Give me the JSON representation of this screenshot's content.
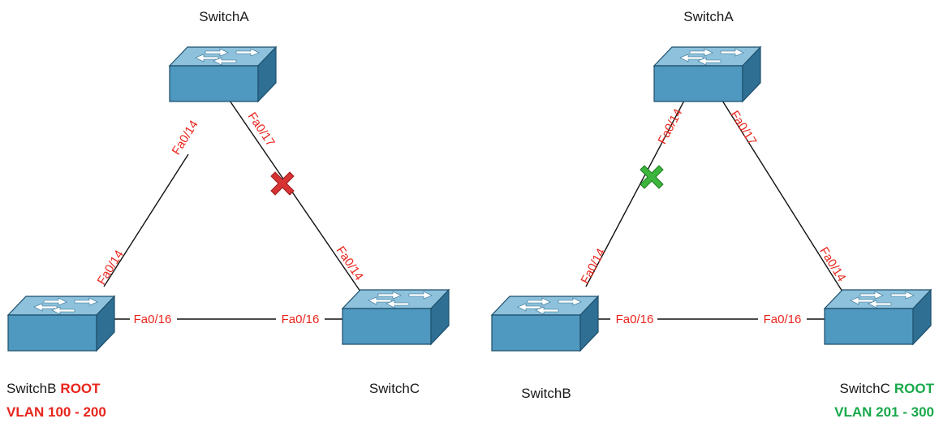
{
  "colors": {
    "port_label": "#e8251c",
    "root_red": "#e8251c",
    "root_green": "#18a94a",
    "blocked_mark": "#d63333",
    "forwarding_mark": "#3db53d",
    "switch_top": "#8ec2dc",
    "switch_side": "#3f87ad"
  },
  "left": {
    "switch_a": {
      "name": "SwitchA"
    },
    "switch_b": {
      "name": "SwitchB",
      "root": "ROOT",
      "vlan": "VLAN 100 - 200"
    },
    "switch_c": {
      "name": "SwitchC"
    },
    "ports": {
      "a_to_b": "Fa0/14",
      "a_to_c": "Fa0/17",
      "b_to_a": "Fa0/14",
      "c_to_a": "Fa0/14",
      "b_to_c": "Fa0/16",
      "c_to_b": "Fa0/16"
    },
    "marker": {
      "icon": "x-icon",
      "color": "red"
    }
  },
  "right": {
    "switch_a": {
      "name": "SwitchA"
    },
    "switch_b": {
      "name": "SwitchB"
    },
    "switch_c": {
      "name": "SwitchC",
      "root": "ROOT",
      "vlan": "VLAN 201 - 300"
    },
    "ports": {
      "a_to_b": "Fa0/14",
      "a_to_c": "Fa0/17",
      "b_to_a": "Fa0/14",
      "c_to_a": "Fa0/14",
      "b_to_c": "Fa0/16",
      "c_to_b": "Fa0/16"
    },
    "marker": {
      "icon": "x-icon",
      "color": "green"
    }
  }
}
